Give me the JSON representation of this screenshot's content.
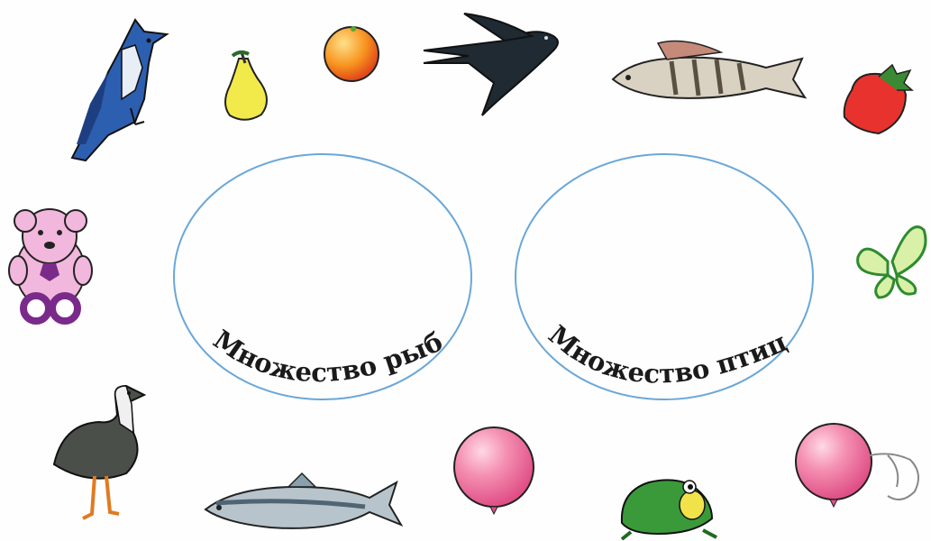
{
  "sets": [
    {
      "label": "Множество рыб"
    },
    {
      "label": "Множество птиц"
    }
  ],
  "items": [
    {
      "name": "blue-jay",
      "kind": "bird"
    },
    {
      "name": "pear",
      "kind": "fruit"
    },
    {
      "name": "orange",
      "kind": "fruit"
    },
    {
      "name": "swallow",
      "kind": "bird"
    },
    {
      "name": "perch",
      "kind": "fish"
    },
    {
      "name": "strawberry",
      "kind": "fruit"
    },
    {
      "name": "teddy-bear",
      "kind": "toy"
    },
    {
      "name": "butterfly",
      "kind": "insect"
    },
    {
      "name": "goose",
      "kind": "bird"
    },
    {
      "name": "herring",
      "kind": "fish"
    },
    {
      "name": "balloon",
      "kind": "toy"
    },
    {
      "name": "frog",
      "kind": "amphibian"
    },
    {
      "name": "balloon",
      "kind": "toy"
    }
  ],
  "colors": {
    "circle": "#6aa7d8",
    "label": "#1a1a1a"
  }
}
